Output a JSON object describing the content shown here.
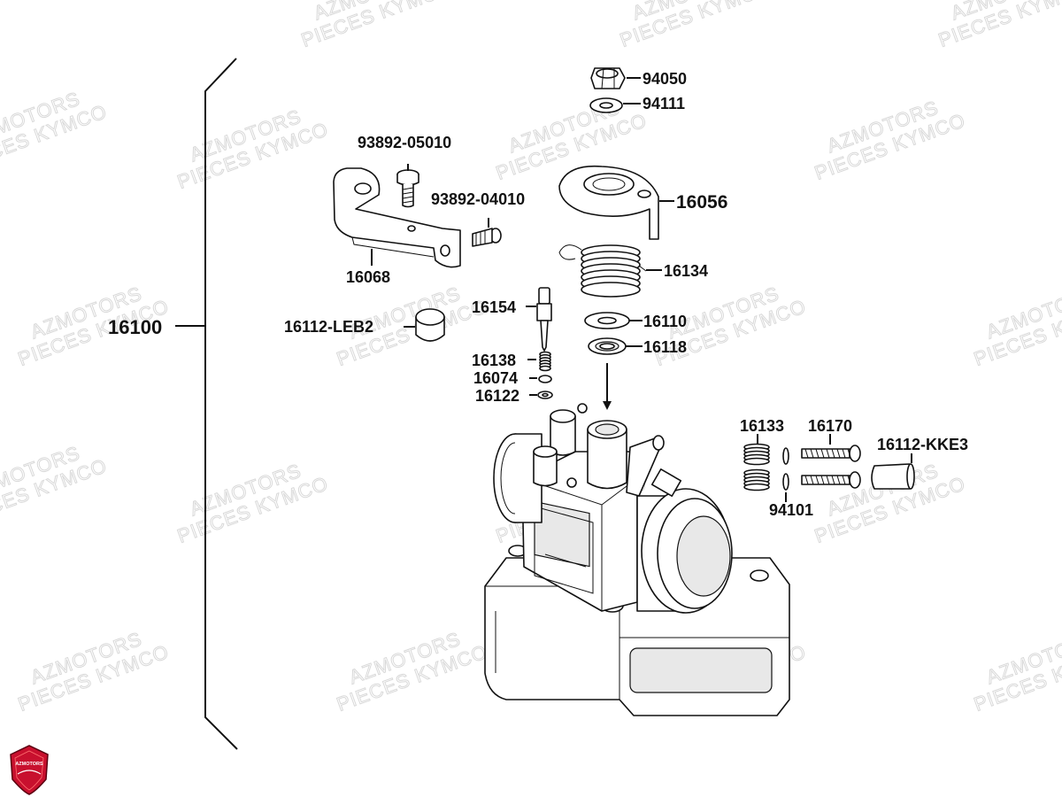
{
  "watermark": {
    "line1": "AZMOTORS",
    "line2": "PIECES KYMCO"
  },
  "logo": {
    "text": "AZMOTORS",
    "color": "#c8102e"
  },
  "assembly_label": "16100",
  "parts": [
    {
      "id": "94050"
    },
    {
      "id": "94111"
    },
    {
      "id": "93892-05010"
    },
    {
      "id": "93892-04010"
    },
    {
      "id": "16056"
    },
    {
      "id": "16068"
    },
    {
      "id": "16134"
    },
    {
      "id": "16154"
    },
    {
      "id": "16110"
    },
    {
      "id": "16112-LEB2"
    },
    {
      "id": "16118"
    },
    {
      "id": "16138"
    },
    {
      "id": "16074"
    },
    {
      "id": "16122"
    },
    {
      "id": "16133"
    },
    {
      "id": "16170"
    },
    {
      "id": "16112-KKE3"
    },
    {
      "id": "94101"
    }
  ]
}
